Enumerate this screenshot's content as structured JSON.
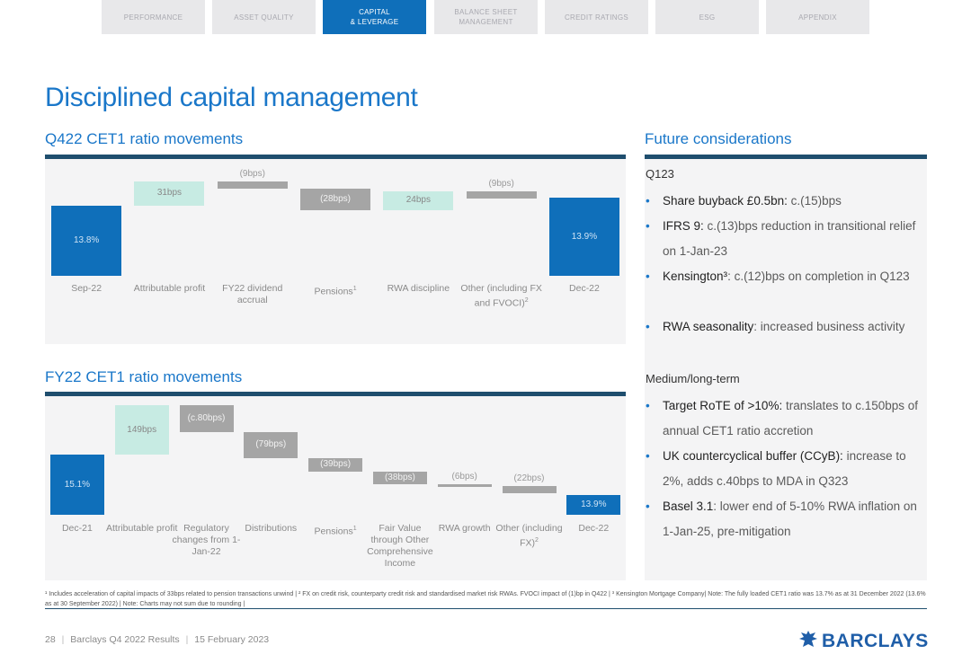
{
  "nav": {
    "tabs": [
      {
        "label": "PERFORMANCE",
        "active": false
      },
      {
        "label": "ASSET QUALITY",
        "active": false
      },
      {
        "label": "CAPITAL\n& LEVERAGE",
        "active": true
      },
      {
        "label": "BALANCE SHEET\nMANAGEMENT",
        "active": false
      },
      {
        "label": "CREDIT RATINGS",
        "active": false
      },
      {
        "label": "ESG",
        "active": false
      },
      {
        "label": "APPENDIX",
        "active": false
      }
    ]
  },
  "title": "Disciplined capital management",
  "q4": {
    "heading": "Q422 CET1 ratio movements",
    "chart_data": {
      "type": "bar",
      "subtype": "waterfall",
      "categories": [
        "Sep-22",
        "Attributable profit",
        "FY22 dividend accrual",
        "Pensions",
        "RWA discipline",
        "Other (including FX and FVOCI)",
        "Dec-22"
      ],
      "category_sups": [
        "",
        "",
        "",
        "1",
        "",
        "2",
        ""
      ],
      "values_bps": [
        null,
        31,
        -9,
        -28,
        24,
        -9,
        null
      ],
      "totals_pct": {
        "Sep-22": 13.8,
        "Dec-22": 13.9
      },
      "labels": [
        "13.8%",
        "31bps",
        "(9bps)",
        "(28bps)",
        "24bps",
        "(9bps)",
        "13.9%"
      ],
      "colors": {
        "total": "#0f6fba",
        "increase": "#c7ebe3",
        "decrease": "#a5a5a5"
      }
    }
  },
  "fy": {
    "heading": "FY22 CET1 ratio movements",
    "chart_data": {
      "type": "bar",
      "subtype": "waterfall",
      "categories": [
        "Dec-21",
        "Attributable profit",
        "Regulatory changes from 1-Jan-22",
        "Distributions",
        "Pensions",
        "Fair Value through Other Comprehensive Income",
        "RWA growth",
        "Other (including FX)",
        "Dec-22"
      ],
      "category_sups": [
        "",
        "",
        "",
        "",
        "1",
        "",
        "",
        "2",
        ""
      ],
      "values_bps": [
        null,
        149,
        -80,
        -79,
        -39,
        -38,
        -6,
        -22,
        null
      ],
      "totals_pct": {
        "Dec-21": 15.1,
        "Dec-22": 13.9
      },
      "labels": [
        "15.1%",
        "149bps",
        "(c.80bps)",
        "(79bps)",
        "(39bps)",
        "(38bps)",
        "(6bps)",
        "(22bps)",
        "13.9%"
      ],
      "colors": {
        "total": "#0f6fba",
        "increase": "#c7ebe3",
        "decrease": "#a5a5a5"
      }
    }
  },
  "future": {
    "heading": "Future considerations",
    "q123_title": "Q123",
    "q123_bullets": [
      {
        "bold": "Share buyback £0.5bn:",
        "rest": " c.(15)bps"
      },
      {
        "bold": "IFRS 9:",
        "rest": " c.(13)bps reduction in transitional relief on 1-Jan-23"
      },
      {
        "bold": "Kensington³",
        "rest": ": c.(12)bps on completion in Q123"
      },
      {
        "bold": "RWA seasonality",
        "rest": ": increased business activity"
      }
    ],
    "mlt_title": "Medium/long-term",
    "mlt_bullets": [
      {
        "bold": "Target RoTE of >10%:",
        "rest": " translates to c.150bps of annual CET1 ratio accretion"
      },
      {
        "bold": "UK countercyclical buffer (CCyB):",
        "rest": " increase to 2%, adds c.40bps to MDA in Q323"
      },
      {
        "bold": "Basel 3.1",
        "rest": ": lower end of 5-10% RWA inflation on 1-Jan-25, pre-mitigation"
      }
    ]
  },
  "footnote": "¹ Includes acceleration of capital impacts of 33bps related to pension transactions unwind | ² FX on credit risk, counterparty credit risk and standardised market risk RWAs. FVOCI impact of (1)bp in Q422 | ³ Kensington Mortgage Company| Note: The fully loaded CET1 ratio was 13.7% as at 31 December 2022 (13.6% as at 30 September 2022) | Note: Charts may not sum due to rounding |",
  "footer": {
    "page": "28",
    "deck": "Barclays Q4 2022 Results",
    "date": "15 February 2023",
    "logo": "BARCLAYS"
  },
  "colors": {
    "accent": "#1a77c9",
    "rule": "#1f4e6e",
    "panel": "#f4f4f5"
  }
}
